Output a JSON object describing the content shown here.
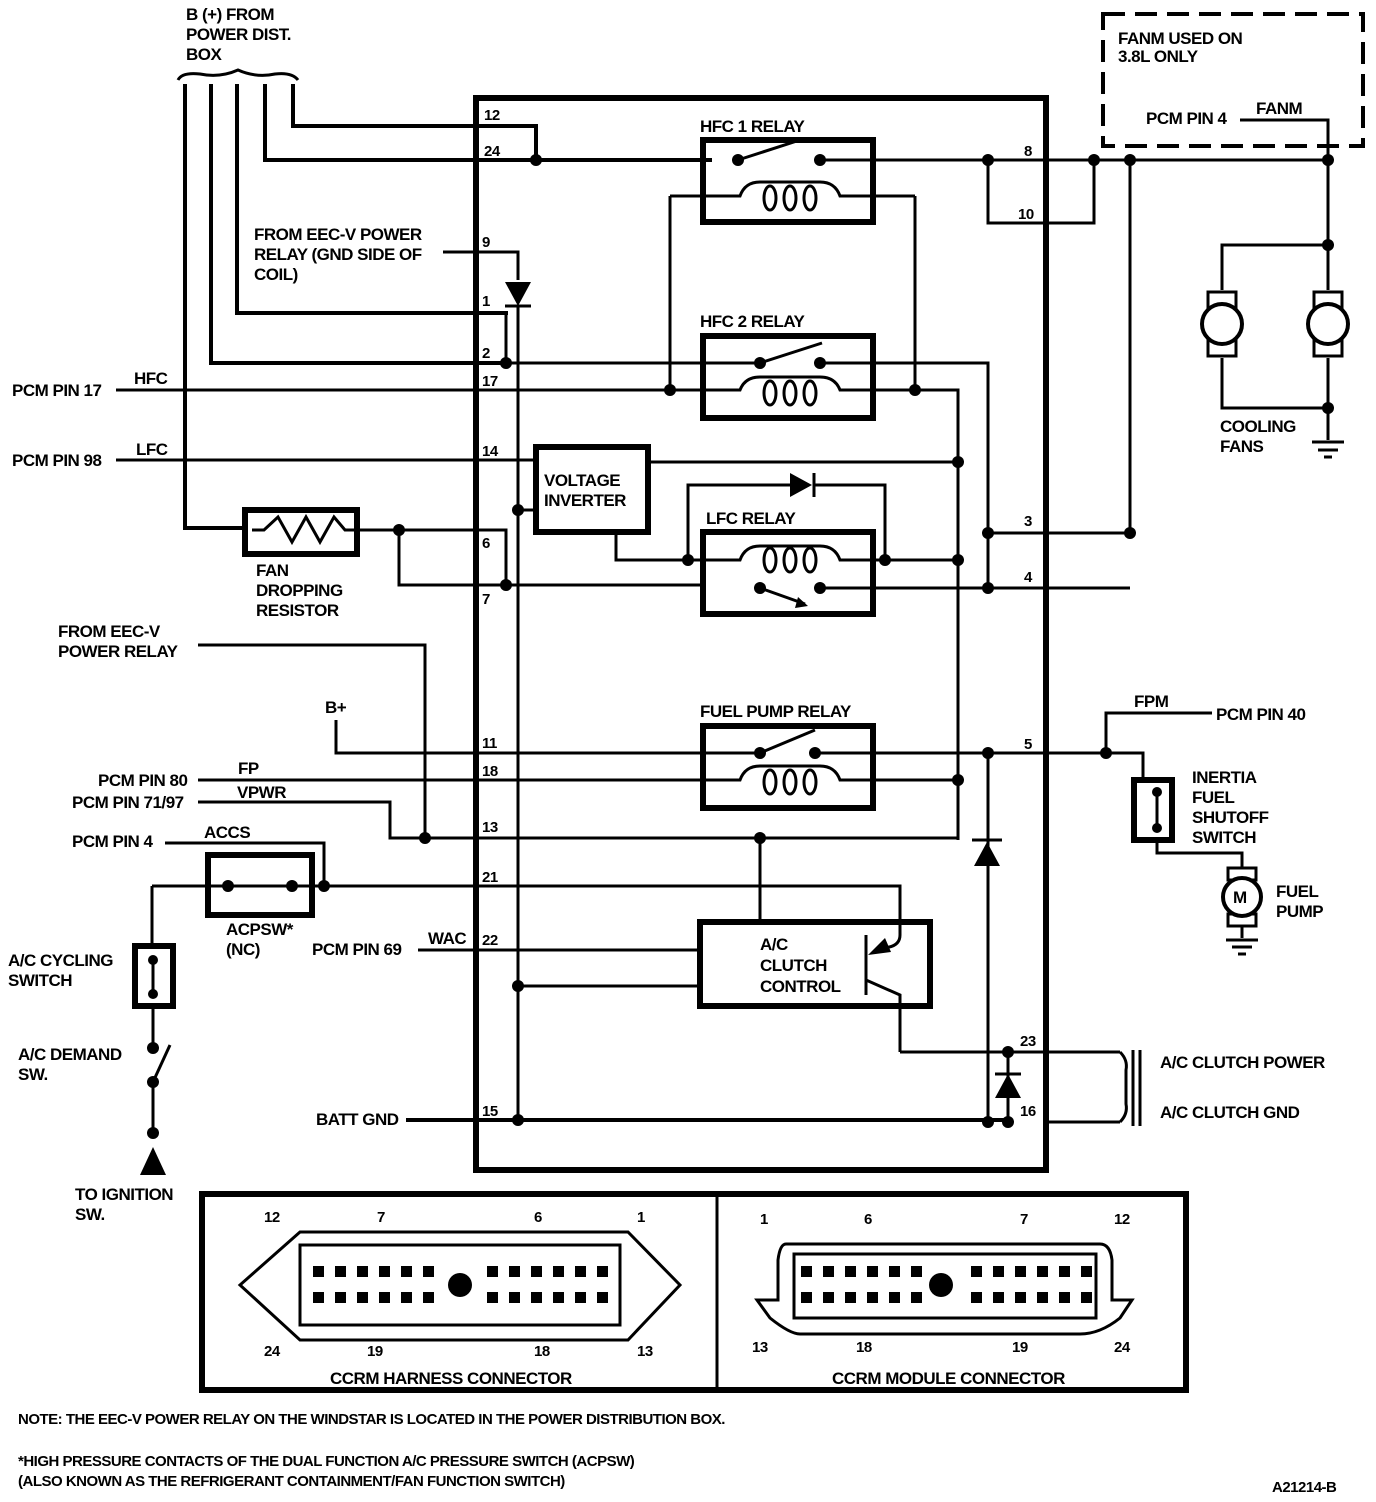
{
  "diagram": {
    "title_id": "A21214-B",
    "notes": {
      "note1": "NOTE: THE EEC-V POWER RELAY ON THE WINDSTAR IS LOCATED IN THE POWER DISTRIBUTION BOX.",
      "note2_line1": "*HIGH PRESSURE CONTACTS OF THE DUAL FUNCTION A/C PRESSURE SWITCH (ACPSW)",
      "note2_line2": "(ALSO KNOWN AS THE REFRIGERANT CONTAINMENT/FAN FUNCTION SWITCH)"
    },
    "labels": {
      "b_plus_from_pdb": [
        "B (+) FROM",
        "POWER DIST.",
        "BOX"
      ],
      "fanm_note": [
        "FANM USED ON",
        "3.8L ONLY"
      ],
      "fanm_pcm": "PCM PIN 4",
      "fanm_sig": "FANM",
      "from_eec_gnd": [
        "FROM EEC-V POWER",
        "RELAY (GND SIDE OF",
        "COIL)"
      ],
      "hfc1_relay": "HFC 1 RELAY",
      "hfc2_relay": "HFC 2 RELAY",
      "lfc_relay": "LFC RELAY",
      "fuel_pump_relay": "FUEL PUMP RELAY",
      "voltage_inverter": [
        "VOLTAGE",
        "INVERTER"
      ],
      "ac_clutch_control": [
        "A/C",
        "CLUTCH",
        "CONTROL"
      ],
      "pcm_pin_17": "PCM PIN 17",
      "hfc": "HFC",
      "pcm_pin_98": "PCM PIN 98",
      "lfc": "LFC",
      "fan_dropping_resistor": [
        "FAN",
        "DROPPING",
        "RESISTOR"
      ],
      "from_eec_power_relay": [
        "FROM EEC-V",
        "POWER RELAY"
      ],
      "b_plus": "B+",
      "pcm_pin_80": "PCM PIN 80",
      "fp": "FP",
      "pcm_pin_71_97": "PCM PIN 71/97",
      "vpwr": "VPWR",
      "pcm_pin_4": "PCM PIN 4",
      "accs": "ACCS",
      "acpsw": [
        "ACPSW*",
        "(NC)"
      ],
      "ac_cycling_switch": [
        "A/C CYCLING",
        "SWITCH"
      ],
      "pcm_pin_69": "PCM PIN 69",
      "wac": "WAC",
      "ac_demand_sw": [
        "A/C DEMAND",
        "SW."
      ],
      "batt_gnd": "BATT GND",
      "to_ignition_sw": [
        "TO IGNITION",
        "SW."
      ],
      "cooling_fans": [
        "COOLING",
        "FANS"
      ],
      "fpm": "FPM",
      "pcm_pin_40": "PCM PIN 40",
      "inertia_switch": [
        "INERTIA",
        "FUEL",
        "SHUTOFF",
        "SWITCH"
      ],
      "fuel_pump": [
        "FUEL",
        "PUMP"
      ],
      "motor_m": "M",
      "ac_clutch_power": "A/C CLUTCH POWER",
      "ac_clutch_gnd": "A/C CLUTCH GND"
    },
    "pins": {
      "p12": "12",
      "p24": "24",
      "p9": "9",
      "p1": "1",
      "p2": "2",
      "p17": "17",
      "p14": "14",
      "p6": "6",
      "p7": "7",
      "p11": "11",
      "p18": "18",
      "p13": "13",
      "p21": "21",
      "p22": "22",
      "p15": "15",
      "p8": "8",
      "p10": "10",
      "p3": "3",
      "p4": "4",
      "p5": "5",
      "p23": "23",
      "p16": "16"
    },
    "connectors": {
      "harness": {
        "caption": "CCRM HARNESS CONNECTOR",
        "top_labels": [
          "12",
          "7",
          "6",
          "1"
        ],
        "bottom_labels": [
          "24",
          "19",
          "18",
          "13"
        ]
      },
      "module": {
        "caption": "CCRM MODULE CONNECTOR",
        "top_labels": [
          "1",
          "6",
          "7",
          "12"
        ],
        "bottom_labels": [
          "13",
          "18",
          "19",
          "24"
        ]
      }
    }
  }
}
